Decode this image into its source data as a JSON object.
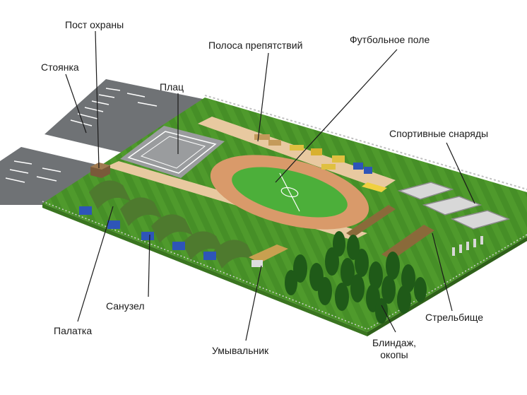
{
  "labels": {
    "guard_post": "Пост охраны",
    "parking": "Стоянка",
    "parade_ground": "Плац",
    "obstacle_course": "Полоса препятствий",
    "football_field": "Футбольное поле",
    "sports_equipment": "Спортивные снаряды",
    "toilet": "Санузел",
    "tent": "Палатка",
    "washbasin": "Умывальник",
    "dugout_line1": "Блиндаж,",
    "dugout_line2": "окопы",
    "shooting_range": "Стрельбище"
  },
  "colors": {
    "grass": "#4f9a2c",
    "grass_dark": "#3f8323",
    "track": "#d99a6a",
    "field": "#4caf3a",
    "asphalt": "#6f7275",
    "sand": "#e8c9a0",
    "tent": "#4e7a2e",
    "toilet": "#2e55b8",
    "tree": "#1f5a18"
  }
}
